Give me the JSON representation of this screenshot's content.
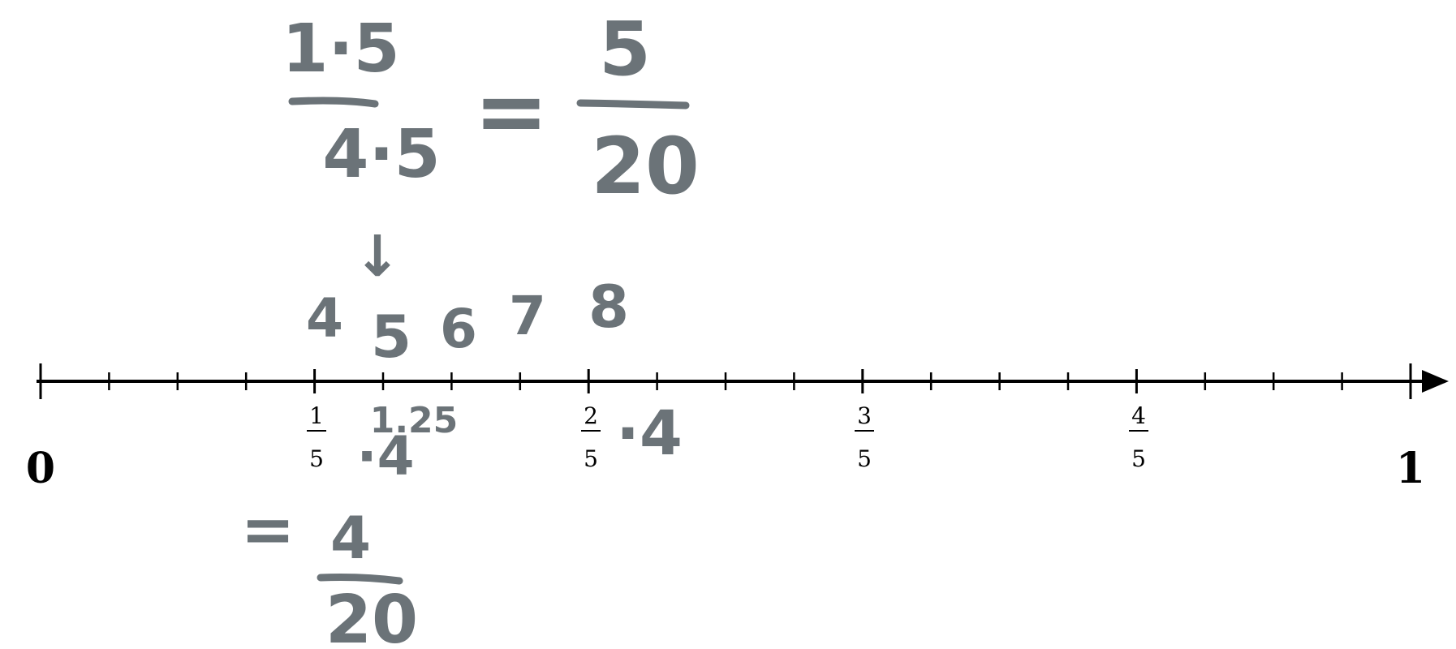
{
  "number_line": {
    "start_label": "0",
    "end_label": "1",
    "major_fractions": [
      {
        "num": "1",
        "den": "5"
      },
      {
        "num": "2",
        "den": "5"
      },
      {
        "num": "3",
        "den": "5"
      },
      {
        "num": "4",
        "den": "5"
      }
    ],
    "minor_subdivisions_per_fifth": 4
  },
  "handwriting": {
    "top_equation": {
      "numerator": "1·5",
      "denominator": "4·5",
      "equals": "=",
      "result_numerator": "5",
      "result_denominator": "20"
    },
    "sequence": [
      "4",
      "5",
      "6",
      "7",
      "8"
    ],
    "arrow": "↓",
    "mid_labels": {
      "one_fifth_times": "·4",
      "two_fifths_times": "·4",
      "small_value": "1.25"
    },
    "bottom_equation": {
      "equals": "=",
      "numerator": "4",
      "denominator": "20"
    }
  },
  "colors": {
    "ink": "#6b7378",
    "axis": "#000000"
  }
}
